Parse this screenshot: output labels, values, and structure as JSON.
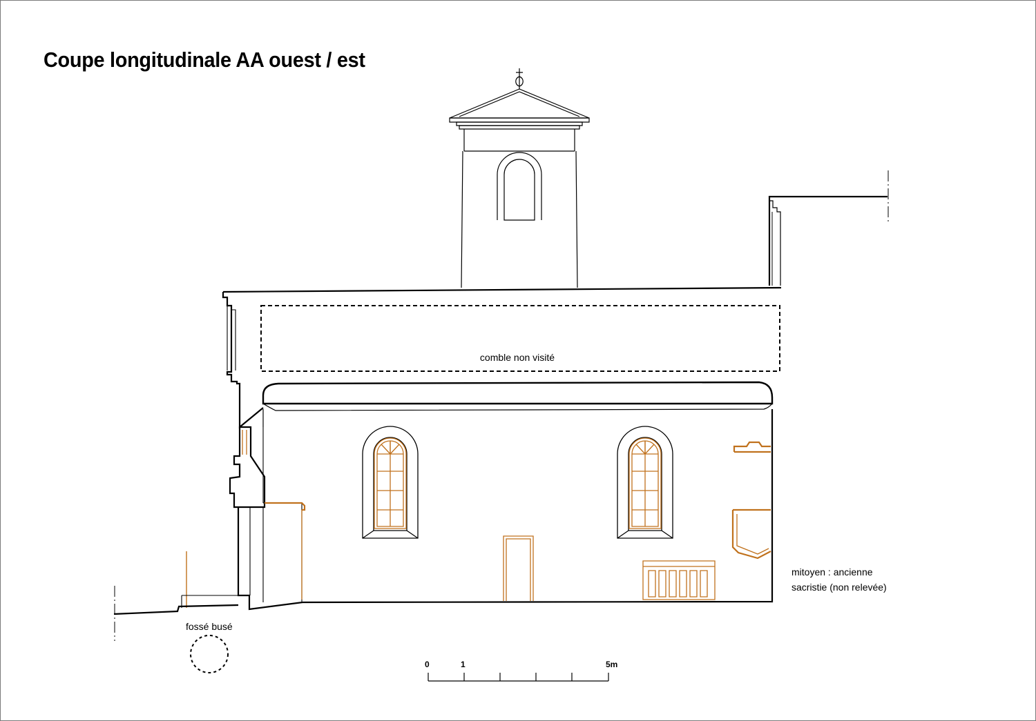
{
  "title": "Coupe longitudinale AA ouest / est",
  "labels": {
    "attic": "comble non visité",
    "ditch": "fossé busé",
    "neighbour_line1": "mitoyen : ancienne",
    "neighbour_line2": "sacristie (non relevée)"
  },
  "scale_bar": {
    "tick_0": "0",
    "tick_1": "1",
    "tick_5": "5m"
  },
  "colors": {
    "line": "#000000",
    "furniture": "#c0711c"
  }
}
